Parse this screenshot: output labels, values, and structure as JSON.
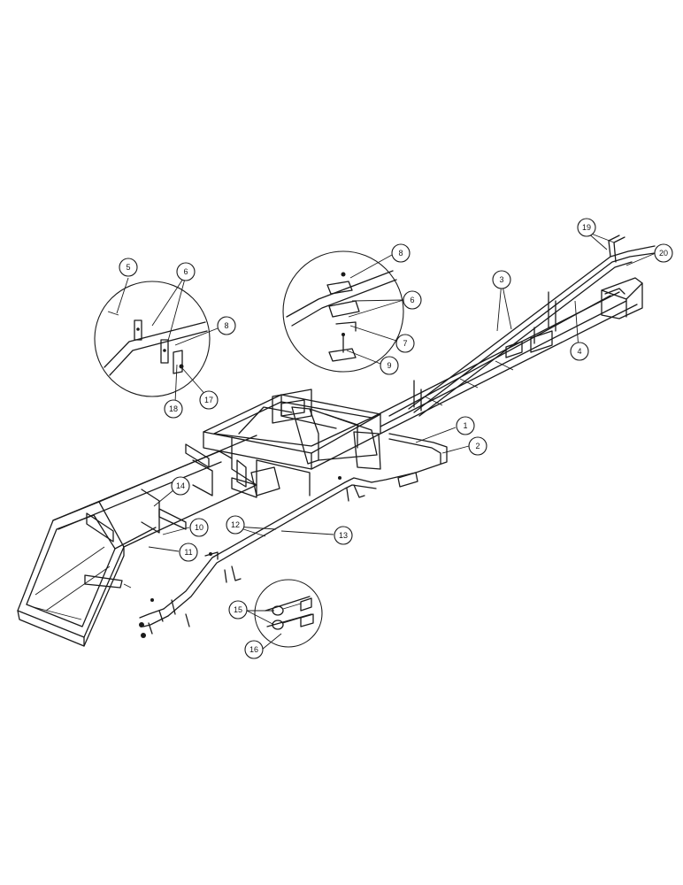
{
  "callouts": [
    {
      "id": "c1",
      "label": "1"
    },
    {
      "id": "c2",
      "label": "2"
    },
    {
      "id": "c3",
      "label": "3"
    },
    {
      "id": "c4",
      "label": "4"
    },
    {
      "id": "c5",
      "label": "5"
    },
    {
      "id": "c6a",
      "label": "6"
    },
    {
      "id": "c6b",
      "label": "6"
    },
    {
      "id": "c7",
      "label": "7"
    },
    {
      "id": "c8a",
      "label": "8"
    },
    {
      "id": "c8b",
      "label": "8"
    },
    {
      "id": "c9",
      "label": "9"
    },
    {
      "id": "c10",
      "label": "10"
    },
    {
      "id": "c11",
      "label": "11"
    },
    {
      "id": "c12",
      "label": "12"
    },
    {
      "id": "c13",
      "label": "13"
    },
    {
      "id": "c14",
      "label": "14"
    },
    {
      "id": "c15",
      "label": "15"
    },
    {
      "id": "c16",
      "label": "16"
    },
    {
      "id": "c17",
      "label": "17"
    },
    {
      "id": "c18",
      "label": "18"
    },
    {
      "id": "c19",
      "label": "19"
    },
    {
      "id": "c20",
      "label": "20"
    }
  ]
}
